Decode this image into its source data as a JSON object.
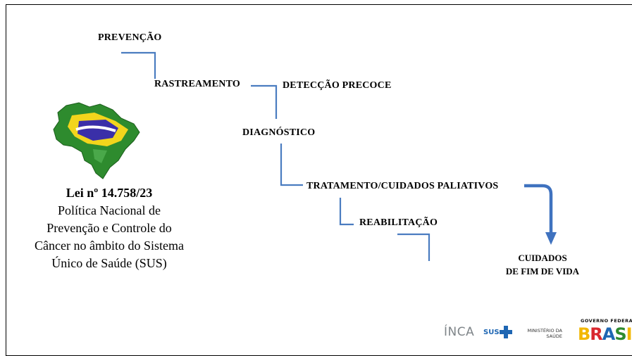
{
  "steps": {
    "prevencao": "PREVENÇÃO",
    "rastreamento": "RASTREAMENTO",
    "deteccao": "DETECÇÃO PRECOCE",
    "diagnostico": "DIAGNÓSTICO",
    "tratamento": "TRATAMENTO/CUIDADOS PALIATIVOS",
    "reabilitacao": "REABILITAÇÃO"
  },
  "end_stage": {
    "line1": "CUIDADOS",
    "line2": "DE FIM DE VIDA"
  },
  "law": {
    "title": "Lei nº 14.758/23",
    "lines": [
      "Política Nacional de",
      "Prevenção e Controle do",
      "Câncer no âmbito do Sistema",
      "Único de Saúde (SUS)"
    ]
  },
  "logos": {
    "inca": "ÍNCA",
    "sus": "SUS",
    "ministerio_line1": "MINISTÉRIO DA",
    "ministerio_line2": "SAÚDE",
    "governo": "GOVERNO FEDERAL",
    "brasil": "BRASIL"
  },
  "colors": {
    "connector": "#4a7cc0",
    "arrow": "#3f72bf",
    "map_green": "#2e8b2e",
    "map_yellow": "#f2d51c",
    "map_blue": "#3a2fa8"
  },
  "icons": {
    "map": "brazil-map-icon",
    "arrow": "down-arrow-icon",
    "sus_cross": "sus-cross-icon"
  }
}
